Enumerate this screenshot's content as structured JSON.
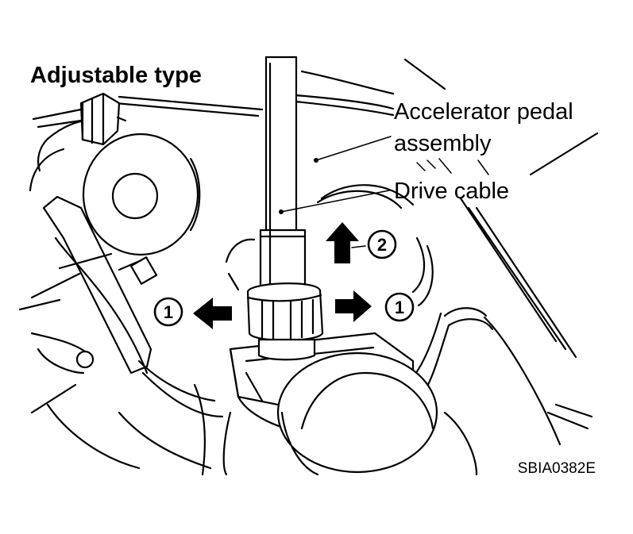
{
  "diagram": {
    "title": "Adjustable type",
    "callouts": {
      "pedal_line1": "Accelerator pedal",
      "pedal_line2": "assembly",
      "drive_cable": "Drive cable"
    },
    "steps": {
      "left": "1",
      "right": "1",
      "up": "2"
    },
    "figure_code": "SBIA0382E"
  }
}
